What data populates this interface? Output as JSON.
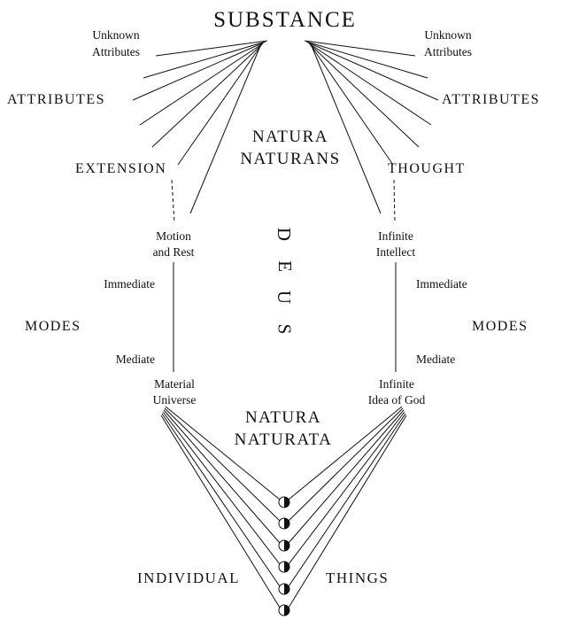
{
  "diagram": {
    "substance": "SUBSTANCE",
    "natura_naturans_line1": "NATURA",
    "natura_naturans_line2": "NATURANS",
    "natura_naturata_line1": "NATURA",
    "natura_naturata_line2": "NATURATA",
    "deus_letters": [
      "D",
      "E",
      "U",
      "S"
    ],
    "left": {
      "unknown_line1": "Unknown",
      "unknown_line2": "Attributes",
      "attributes": "ATTRIBUTES",
      "extension": "EXTENSION",
      "node_line1": "Motion",
      "node_line2": "and Rest",
      "immediate": "Immediate",
      "modes": "MODES",
      "mediate": "Mediate",
      "terminal_line1": "Material",
      "terminal_line2": "Universe"
    },
    "right": {
      "unknown_line1": "Unknown",
      "unknown_line2": "Attributes",
      "attributes": "ATTRIBUTES",
      "thought": "THOUGHT",
      "node_line1": "Infinite",
      "node_line2": "Intellect",
      "immediate": "Immediate",
      "modes": "MODES",
      "mediate": "Mediate",
      "terminal_line1": "Infinite",
      "terminal_line2": "Idea of God"
    },
    "bottom_left_label": "INDIVIDUAL",
    "bottom_right_label": "THINGS",
    "colors": {
      "ink": "#111111",
      "background": "#ffffff"
    }
  }
}
